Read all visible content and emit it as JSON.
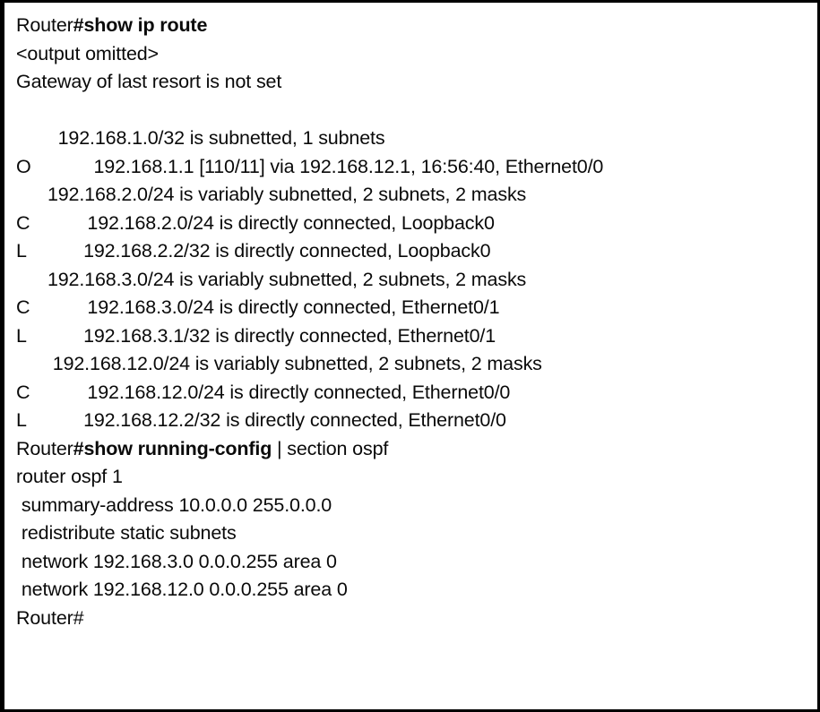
{
  "terminal": {
    "type": "cisco-ios-cli-output",
    "prompt": "Router",
    "lines": [
      {
        "id": "cmd-show-ip-route",
        "kind": "command",
        "prompt": "Router",
        "command": "#show ip route",
        "suffix": ""
      },
      {
        "id": "output-omitted",
        "kind": "output",
        "text": "<output omitted>"
      },
      {
        "id": "gateway-of-last-resort",
        "kind": "output",
        "text": "Gateway of last resort is not set"
      },
      {
        "id": "blank-1",
        "kind": "blank",
        "text": ""
      },
      {
        "id": "subnet-header-192-168-1-0",
        "kind": "output",
        "text": "        192.168.1.0/32 is subnetted, 1 subnets"
      },
      {
        "id": "route-o-192-168-1-1",
        "kind": "output",
        "text": "O            192.168.1.1 [110/11] via 192.168.12.1, 16:56:40, Ethernet0/0"
      },
      {
        "id": "subnet-header-192-168-2-0",
        "kind": "output",
        "text": "      192.168.2.0/24 is variably subnetted, 2 subnets, 2 masks"
      },
      {
        "id": "route-c-192-168-2-0",
        "kind": "output",
        "text": "C           192.168.2.0/24 is directly connected, Loopback0"
      },
      {
        "id": "route-l-192-168-2-2",
        "kind": "output",
        "text": "L           192.168.2.2/32 is directly connected, Loopback0"
      },
      {
        "id": "subnet-header-192-168-3-0",
        "kind": "output",
        "text": "      192.168.3.0/24 is variably subnetted, 2 subnets, 2 masks"
      },
      {
        "id": "route-c-192-168-3-0",
        "kind": "output",
        "text": "C           192.168.3.0/24 is directly connected, Ethernet0/1"
      },
      {
        "id": "route-l-192-168-3-1",
        "kind": "output",
        "text": "L           192.168.3.1/32 is directly connected, Ethernet0/1"
      },
      {
        "id": "subnet-header-192-168-12-0",
        "kind": "output",
        "text": "       192.168.12.0/24 is variably subnetted, 2 subnets, 2 masks"
      },
      {
        "id": "route-c-192-168-12-0",
        "kind": "output",
        "text": "C           192.168.12.0/24 is directly connected, Ethernet0/0"
      },
      {
        "id": "route-l-192-168-12-2",
        "kind": "output",
        "text": "L           192.168.12.2/32 is directly connected, Ethernet0/0"
      },
      {
        "id": "cmd-show-running-config",
        "kind": "command",
        "prompt": "Router",
        "command": "#show running-config",
        "suffix": " | section ospf"
      },
      {
        "id": "config-router-ospf-1",
        "kind": "output",
        "text": "router ospf 1"
      },
      {
        "id": "config-summary-address",
        "kind": "output",
        "text": " summary-address 10.0.0.0 255.0.0.0"
      },
      {
        "id": "config-redistribute-static",
        "kind": "output",
        "text": " redistribute static subnets"
      },
      {
        "id": "config-network-192-168-3-0",
        "kind": "output",
        "text": " network 192.168.3.0 0.0.0.255 area 0"
      },
      {
        "id": "config-network-192-168-12-0",
        "kind": "output",
        "text": " network 192.168.12.0 0.0.0.255 area 0"
      },
      {
        "id": "prompt-final",
        "kind": "output",
        "text": "Router#"
      }
    ]
  },
  "colors": {
    "background": "#ffffff",
    "text": "#0a0a0a",
    "border": "#000000"
  }
}
